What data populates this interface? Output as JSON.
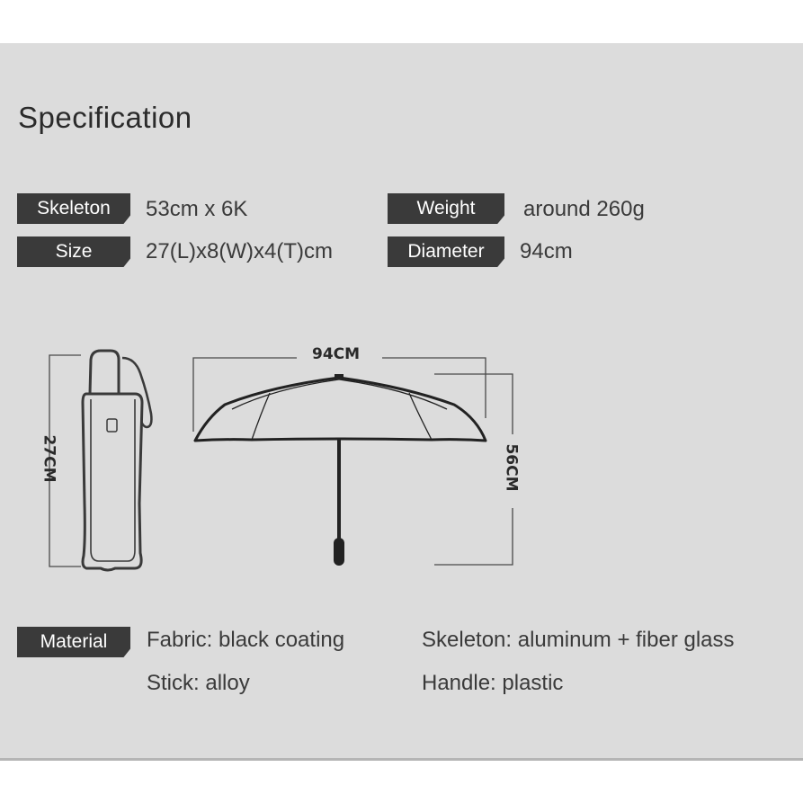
{
  "title": "Specification",
  "specs": {
    "skeleton": {
      "label": "Skeleton",
      "value": "53cm x 6K"
    },
    "weight": {
      "label": "Weight",
      "value": "around 260g"
    },
    "size": {
      "label": "Size",
      "value": "27(L)x8(W)x4(T)cm"
    },
    "diameter": {
      "label": "Diameter",
      "value": "94cm"
    }
  },
  "diagram": {
    "length_label": "27CM",
    "width_label": "94CM",
    "height_label": "56CM"
  },
  "material": {
    "label": "Material",
    "fabric": "Fabric: black coating",
    "skeleton": "Skeleton: aluminum + fiber glass",
    "stick": "Stick: alloy",
    "handle": "Handle: plastic"
  },
  "colors": {
    "panel": "#dcdcdc",
    "tag_bg": "#3a3a3a",
    "tag_text": "#ffffff",
    "text": "#3a3a3a"
  }
}
